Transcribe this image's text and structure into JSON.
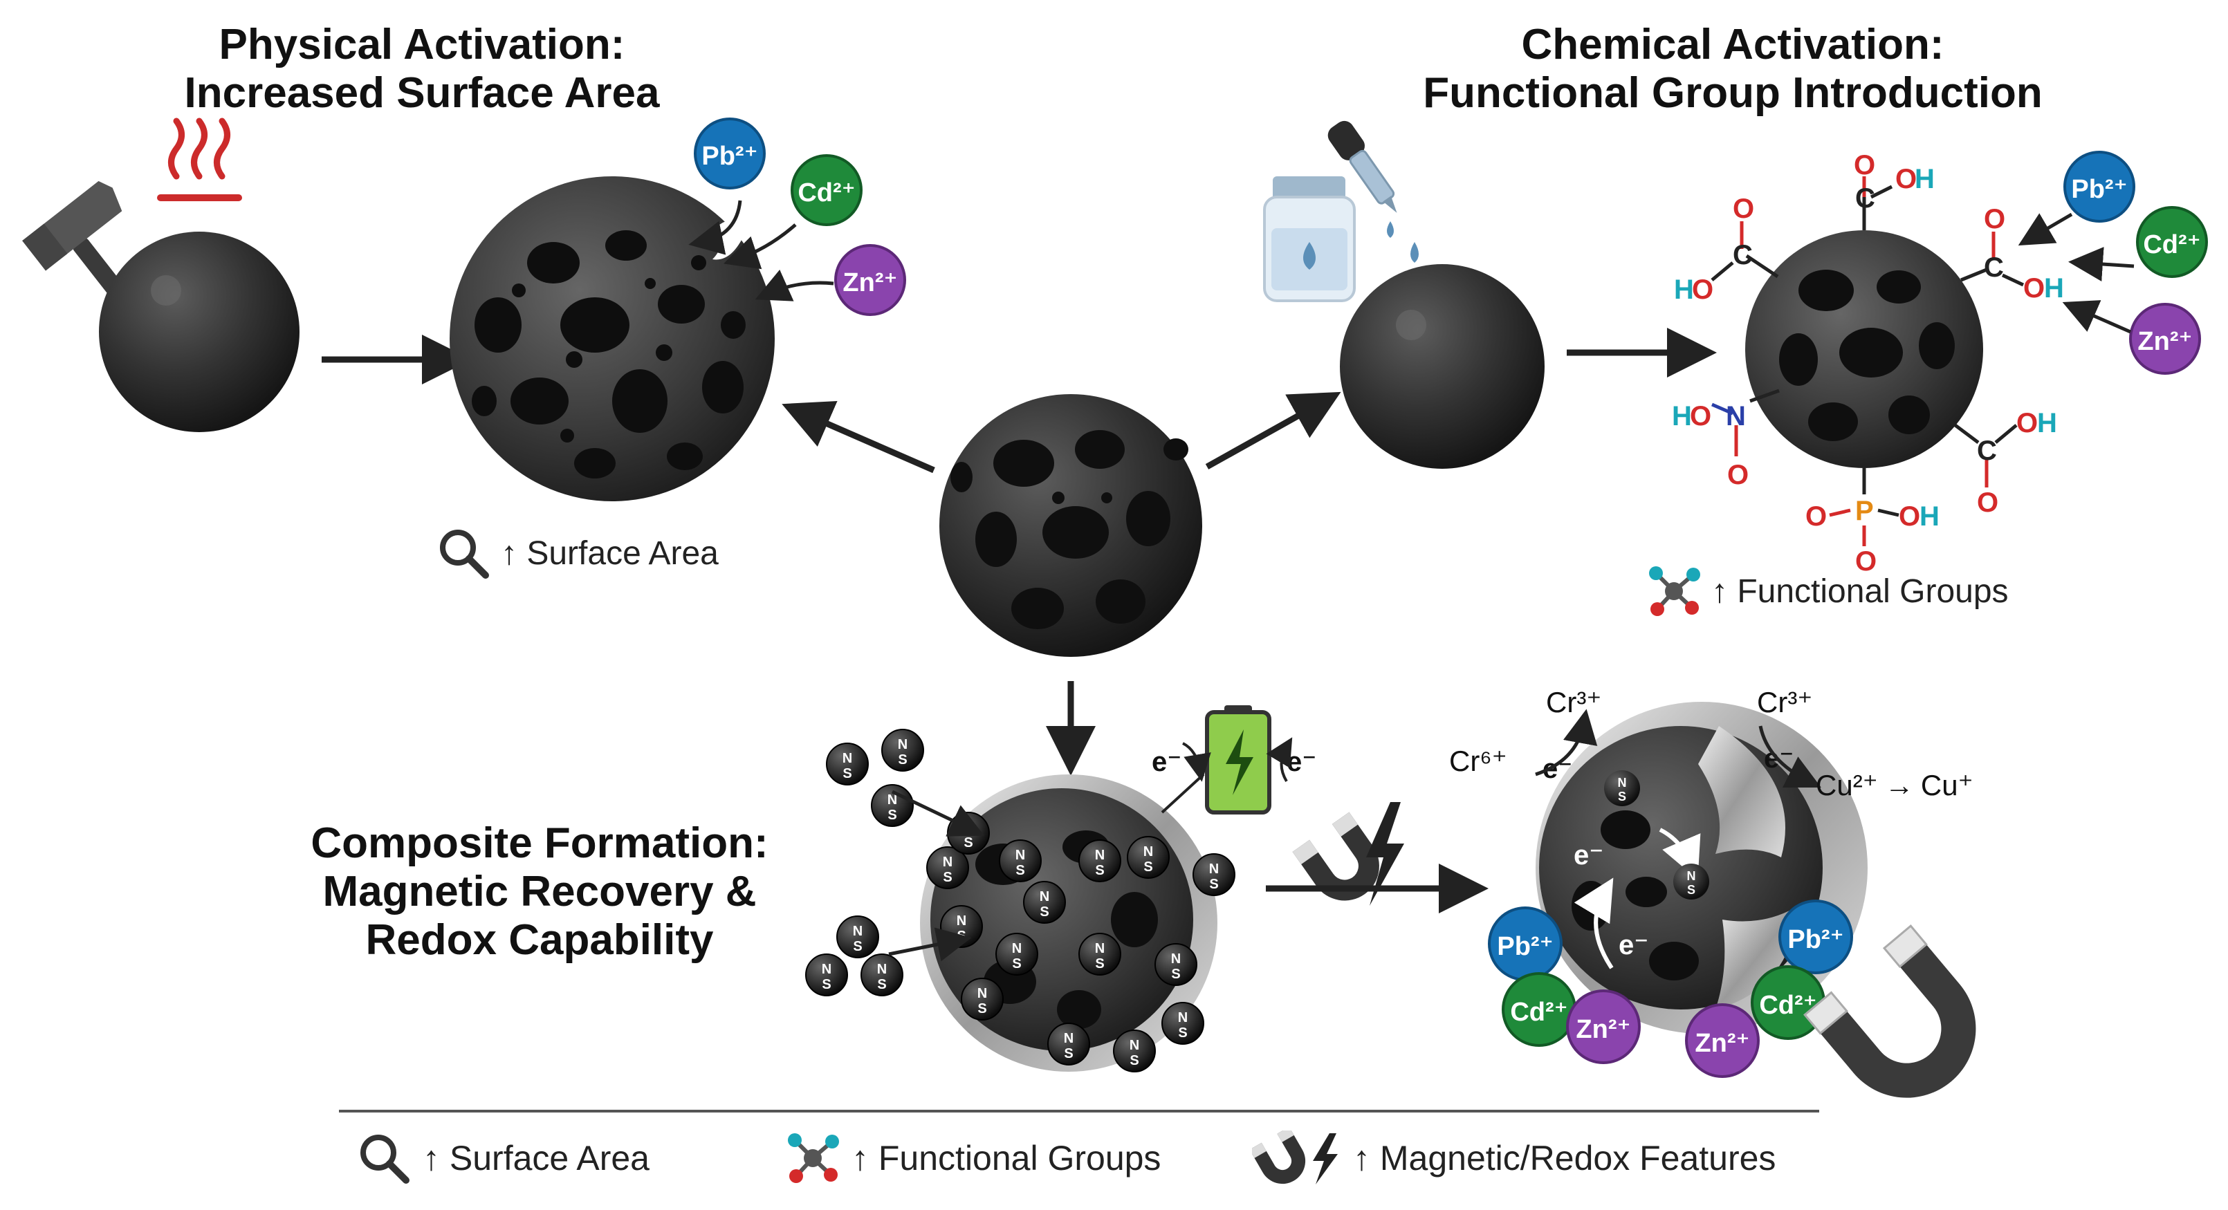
{
  "titles": {
    "physical_1": "Physical Activation:",
    "physical_2": "Increased Surface Area",
    "chemical_1": "Chemical Activation:",
    "chemical_2": "Functional Group Introduction",
    "composite_1": "Composite Formation:",
    "composite_2": "Magnetic Recovery &",
    "composite_3": "Redox Capability"
  },
  "captions": {
    "surface": "↑ Surface Area",
    "functional": "↑ Functional Groups"
  },
  "ions": {
    "pb": "Pb²⁺",
    "cd": "Cd²⁺",
    "zn": "Zn²⁺"
  },
  "functional_labels": {
    "oh": "OH",
    "ho": "HO",
    "c": "C",
    "o": "O",
    "n": "N",
    "p": "P",
    "h": "H"
  },
  "magnet_labels": {
    "n": "N",
    "s": "S"
  },
  "redox": {
    "electron": "e⁻",
    "cr6": "Cr⁶⁺",
    "cr3": "Cr³⁺",
    "cu2": "Cu²⁺",
    "arrow": "→",
    "cu1": "Cu⁺"
  },
  "legend": {
    "surface": "↑ Surface Area",
    "functional": "↑ Functional Groups",
    "magnetic": "↑ Magnetic/Redox Features"
  },
  "icons": [
    "hammer-icon",
    "heat-icon",
    "magnifier-icon",
    "reagent-bottle-icon",
    "dropper-icon",
    "molecule-icon",
    "magnet-icon",
    "lightning-icon",
    "battery-icon"
  ],
  "colors": {
    "pb": "#1673b8",
    "cd": "#1f8a3a",
    "zn": "#8a44ad",
    "carboxyl": "#d42a2a",
    "hydroxyl_h": "#1aa7b8",
    "nitrogen": "#2a3fa8",
    "phosphorus": "#e48a14",
    "sphere": "#2c2c2c",
    "heat": "#cc2b2b"
  }
}
